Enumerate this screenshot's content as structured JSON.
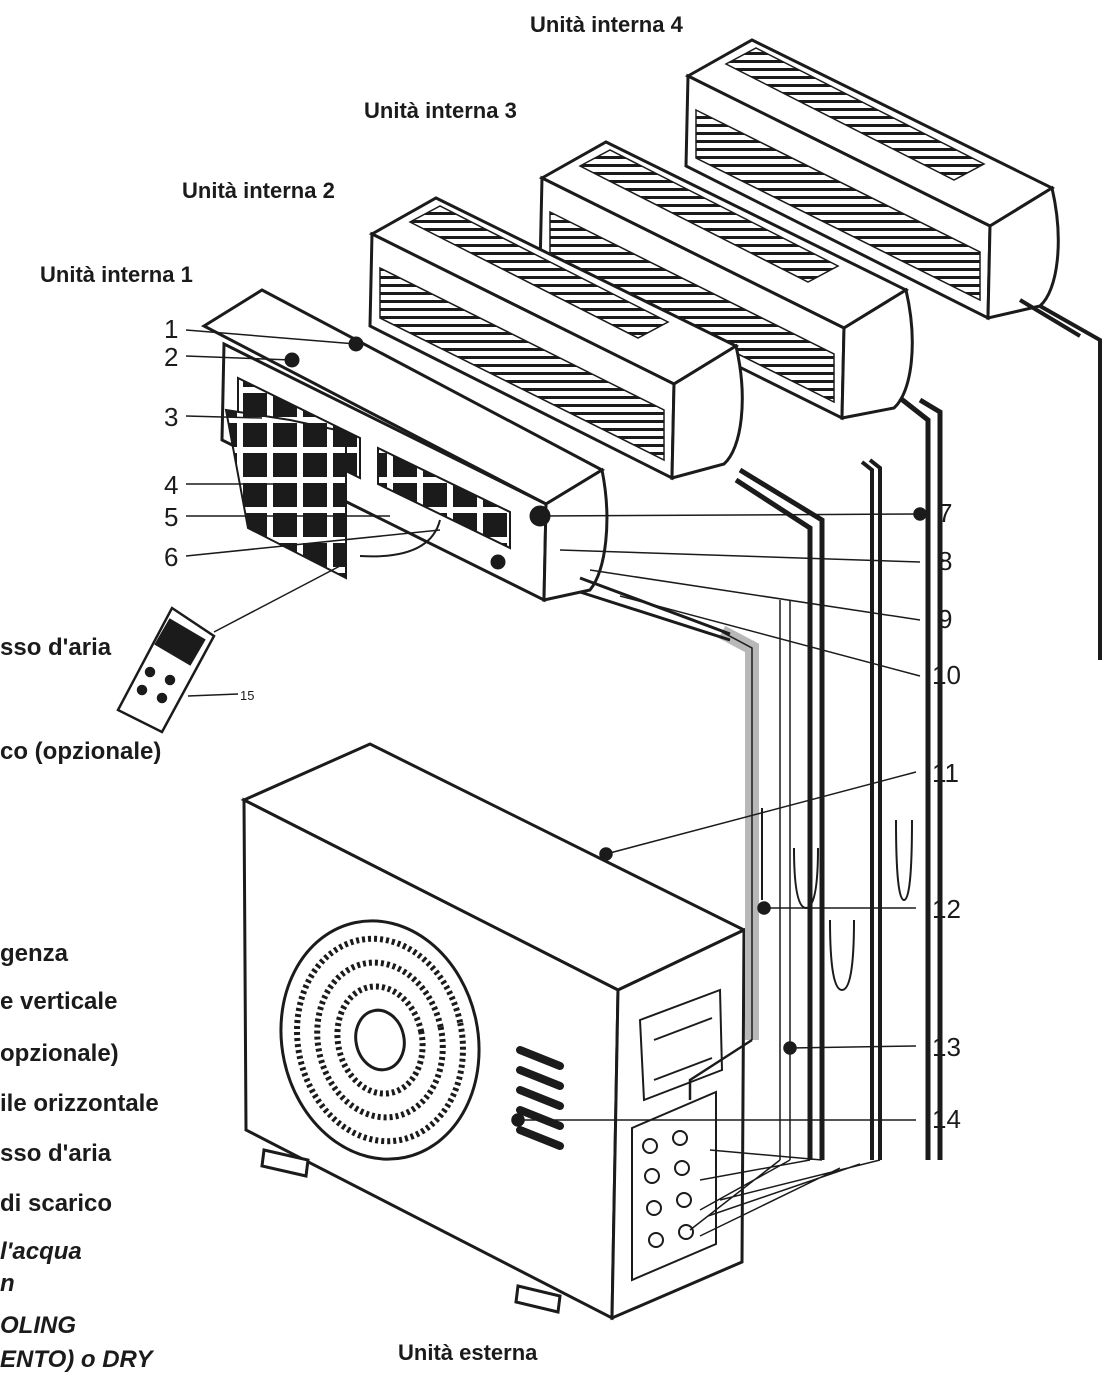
{
  "titles": {
    "unit4": "Unità interna 4",
    "unit3": "Unità interna 3",
    "unit2": "Unità interna 2",
    "unit1": "Unità interna 1",
    "outdoor": "Unità esterna"
  },
  "callouts": [
    "1",
    "2",
    "3",
    "4",
    "5",
    "6",
    "7",
    "8",
    "9",
    "10",
    "11",
    "12",
    "13",
    "14",
    "15"
  ],
  "side_text": [
    "sso d'aria",
    "co (opzionale)",
    "genza",
    "e verticale",
    "opzionale)",
    "ile orizzontale",
    "sso d'aria",
    "di scarico",
    "l'acqua",
    "n",
    "OLING",
    "ENTO) o DRY"
  ],
  "colors": {
    "ink": "#1b1b1b",
    "pipe_grey": "#b8b8b8",
    "paper": "#ffffff"
  }
}
